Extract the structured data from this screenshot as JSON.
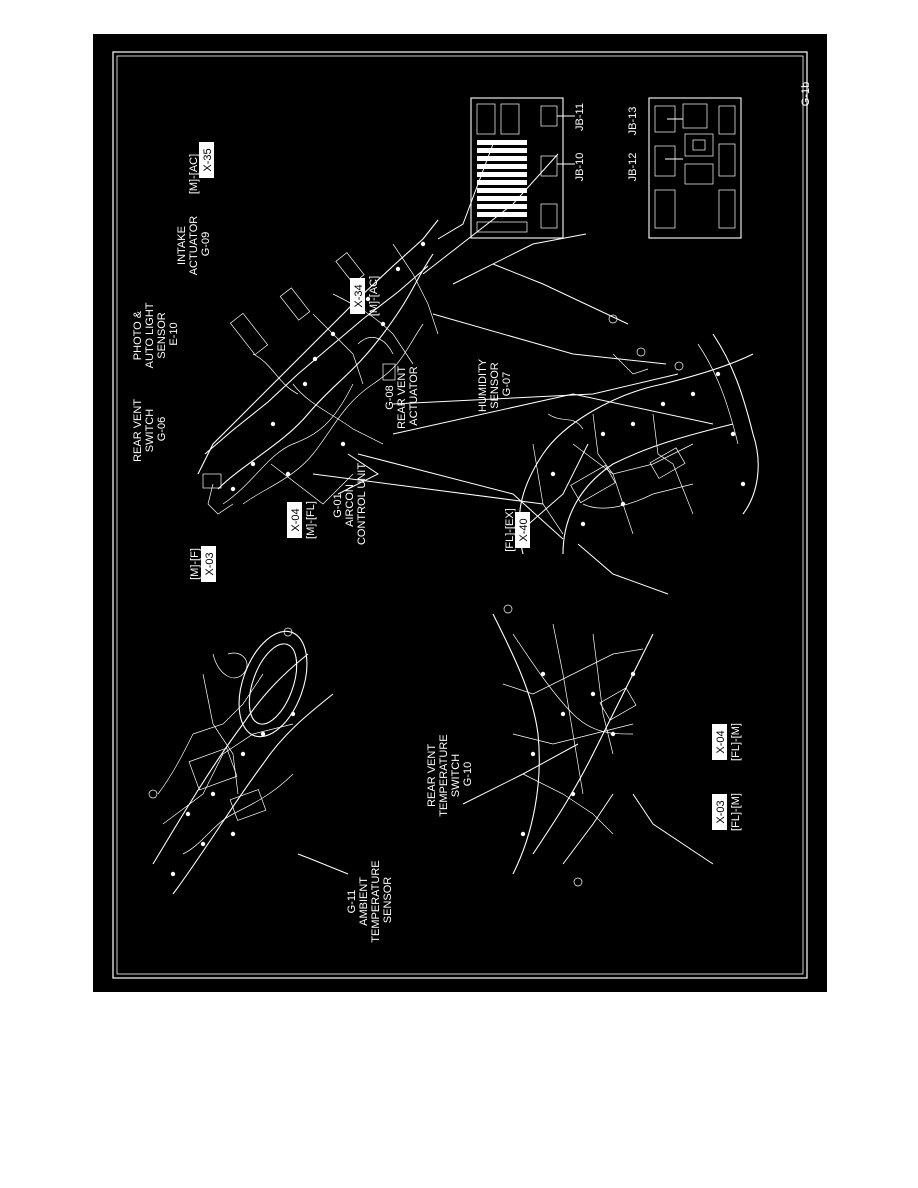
{
  "page": {
    "code": "G-1b"
  },
  "colors": {
    "background": "#000000",
    "ink": "#ffffff",
    "page": "#ffffff"
  },
  "labels": {
    "rear_vent_switch": [
      "REAR VENT",
      "SWITCH",
      "G-06"
    ],
    "photo_sensor": [
      "PHOTO &",
      "AUTO LIGHT",
      "SENSOR",
      "E-10"
    ],
    "intake_actuator": [
      "INTAKE",
      "ACTUATOR",
      "G-09"
    ],
    "aircon_unit": [
      "G-01",
      "AIRCON",
      "CONTROL UNIT"
    ],
    "rear_vent_actuator": [
      "G-08",
      "REAR VENT",
      "ACTUATOR"
    ],
    "humidity_sensor": [
      "HUMIDITY",
      "SENSOR",
      "G-07"
    ],
    "ambient_sensor": [
      "G-11",
      "AMBIENT",
      "TEMPERATURE",
      "SENSOR"
    ],
    "rear_vent_temp_switch": [
      "REAR VENT",
      "TEMPERATURE",
      "SWITCH",
      "G-10"
    ]
  },
  "connectors": {
    "x35": {
      "code": "X-35",
      "circuit": "[M]-[AC]"
    },
    "x34": {
      "code": "X-34",
      "circuit": "[M]-[AC]"
    },
    "x03_top": {
      "code": "X-03",
      "circuit": "[M]-[F]"
    },
    "x04_top": {
      "code": "X-04",
      "circuit": "[M]-[FL]"
    },
    "x40": {
      "code": "X-40",
      "circuit": "[FL]-[EX]"
    },
    "x03_bottom": {
      "code": "X-03",
      "circuit": "[FL]-[M]"
    },
    "x04_bottom": {
      "code": "X-04",
      "circuit": "[FL]-[M]"
    }
  },
  "junction_blocks": {
    "jb11": "JB-11",
    "jb10": "JB-10",
    "jb13": "JB-13",
    "jb12": "JB-12"
  }
}
